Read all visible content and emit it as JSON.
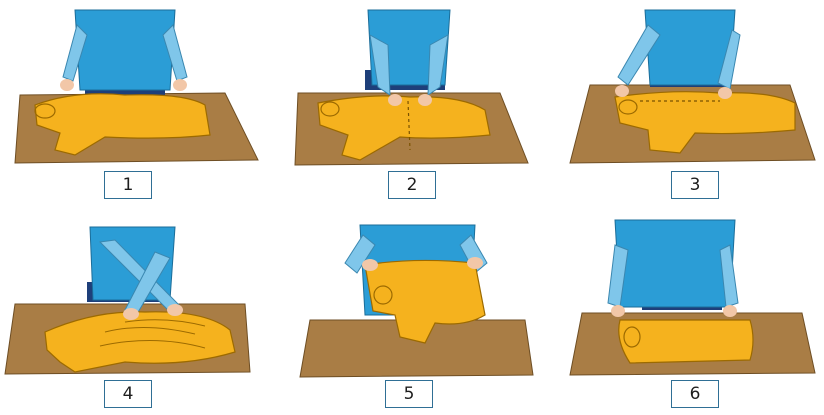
{
  "steps": [
    {
      "label": "1",
      "description_icon": "person-folding-shirt-step-1"
    },
    {
      "label": "2",
      "description_icon": "person-folding-shirt-step-2"
    },
    {
      "label": "3",
      "description_icon": "person-folding-shirt-step-3"
    },
    {
      "label": "4",
      "description_icon": "person-folding-shirt-step-4"
    },
    {
      "label": "5",
      "description_icon": "person-folding-shirt-step-5"
    },
    {
      "label": "6",
      "description_icon": "person-folding-shirt-step-6"
    }
  ],
  "colors": {
    "table": "#a97d45",
    "shirt": "#f5b21e",
    "shirt_outline": "#9c6a00",
    "body": "#2b9dd6",
    "sleeve": "#7fc6ea",
    "skin": "#f2c7a8",
    "trousers": "#1e3f7a",
    "label_border": "#2f6f95"
  }
}
